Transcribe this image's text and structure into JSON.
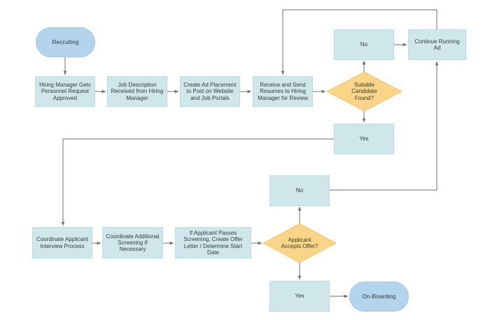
{
  "diagram": {
    "nodes": {
      "recruiting": "Recruiting",
      "hiring_manager": "Hiring Manager Gets Personnel Request Approved",
      "job_description": "Job Description Received from Hiring Manager",
      "create_ad": "Create Ad Placement to Post on Website and Job Portals",
      "receive_resumes": "Receive and Send Resumes to Hiring Manager for Review",
      "suitable_candidate": "Suitable Candidate Found?",
      "no_top": "No",
      "continue_ad": "Continue Running Ad",
      "yes_top": "Yes",
      "coordinate_interview": "Coordinate Applicant Interview Process",
      "coordinate_screening": "Coordinate Additional Screening If Necessary",
      "if_passes": "If Applicant Passes Screening, Create Offer Letter / Determine Start Date",
      "accepts_offer": "Applicant Accepts Offer?",
      "no_bottom": "No",
      "yes_bottom": "Yes",
      "onboarding": "On-Boarding"
    },
    "colors": {
      "process_fill": "#cfe7ea",
      "terminal_fill": "#b4d3ec",
      "decision_fill": "#f9d58a",
      "connector": "#6f6f6f"
    }
  }
}
